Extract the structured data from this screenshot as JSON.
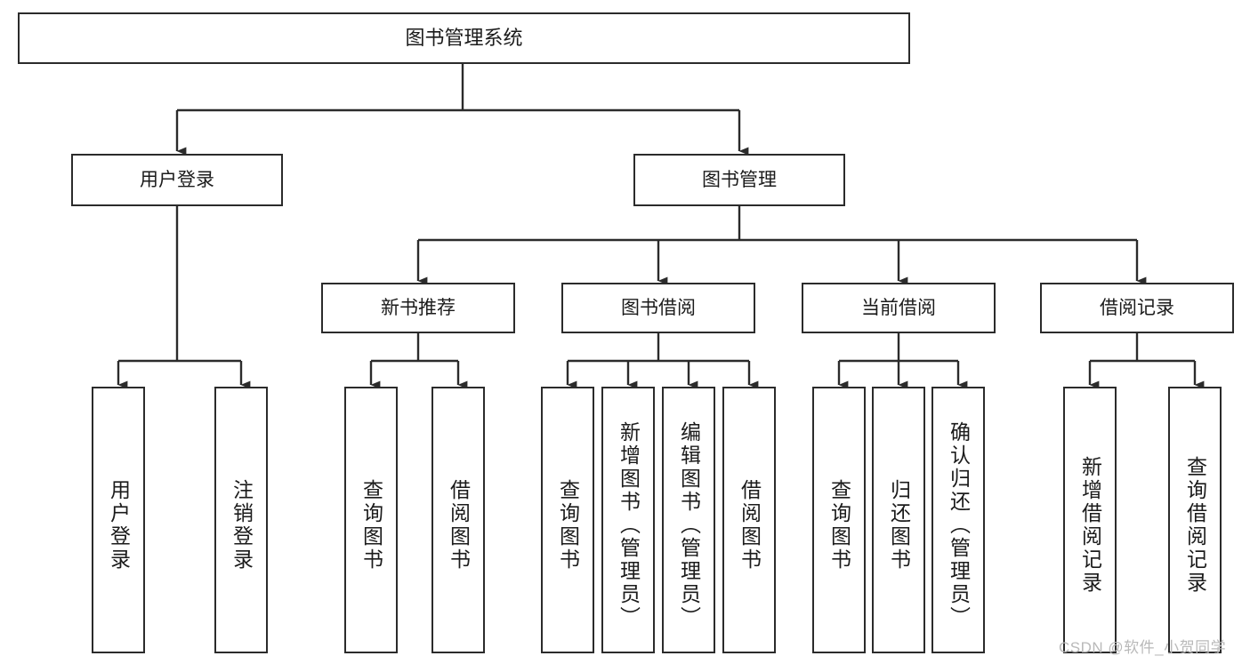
{
  "diagram": {
    "title": "图书管理系统",
    "type": "tree",
    "watermark": "CSDN @软件_小贺同学",
    "line_color": "#2b2b2b",
    "box_fill": "#ffffff",
    "text_color": "#1b1b1b"
  },
  "nodes": {
    "root": {
      "label": "图书管理系统",
      "level": 1
    },
    "l2": [
      {
        "id": "user_login",
        "label": "用户登录",
        "level": 2
      },
      {
        "id": "book_mgmt",
        "label": "图书管理",
        "level": 2
      }
    ],
    "l3": [
      {
        "id": "new_book_rec",
        "label": "新书推荐",
        "level": 3,
        "parent": "book_mgmt"
      },
      {
        "id": "book_borrow",
        "label": "图书借阅",
        "level": 3,
        "parent": "book_mgmt"
      },
      {
        "id": "current_borrow",
        "label": "当前借阅",
        "level": 3,
        "parent": "book_mgmt"
      },
      {
        "id": "borrow_record",
        "label": "借阅记录",
        "level": 3,
        "parent": "book_mgmt"
      }
    ],
    "leaves": [
      {
        "id": "leaf_user_login",
        "label": "用户登录",
        "parent": "user_login"
      },
      {
        "id": "leaf_user_logout",
        "label": "注销登录",
        "parent": "user_login"
      },
      {
        "id": "leaf_rec_query",
        "label": "查询图书",
        "parent": "new_book_rec"
      },
      {
        "id": "leaf_rec_borrow",
        "label": "借阅图书",
        "parent": "new_book_rec"
      },
      {
        "id": "leaf_bb_query",
        "label": "查询图书",
        "parent": "book_borrow"
      },
      {
        "id": "leaf_bb_add",
        "label": "新增图书（管理员）",
        "parent": "book_borrow"
      },
      {
        "id": "leaf_bb_edit",
        "label": "编辑图书（管理员）",
        "parent": "book_borrow"
      },
      {
        "id": "leaf_bb_borrow",
        "label": "借阅图书",
        "parent": "book_borrow"
      },
      {
        "id": "leaf_cb_query",
        "label": "查询图书",
        "parent": "current_borrow"
      },
      {
        "id": "leaf_cb_return",
        "label": "归还图书",
        "parent": "current_borrow"
      },
      {
        "id": "leaf_cb_confirm",
        "label": "确认归还（管理员）",
        "parent": "current_borrow"
      },
      {
        "id": "leaf_br_add",
        "label": "新增借阅记录",
        "parent": "borrow_record"
      },
      {
        "id": "leaf_br_query",
        "label": "查询借阅记录",
        "parent": "borrow_record"
      }
    ]
  }
}
